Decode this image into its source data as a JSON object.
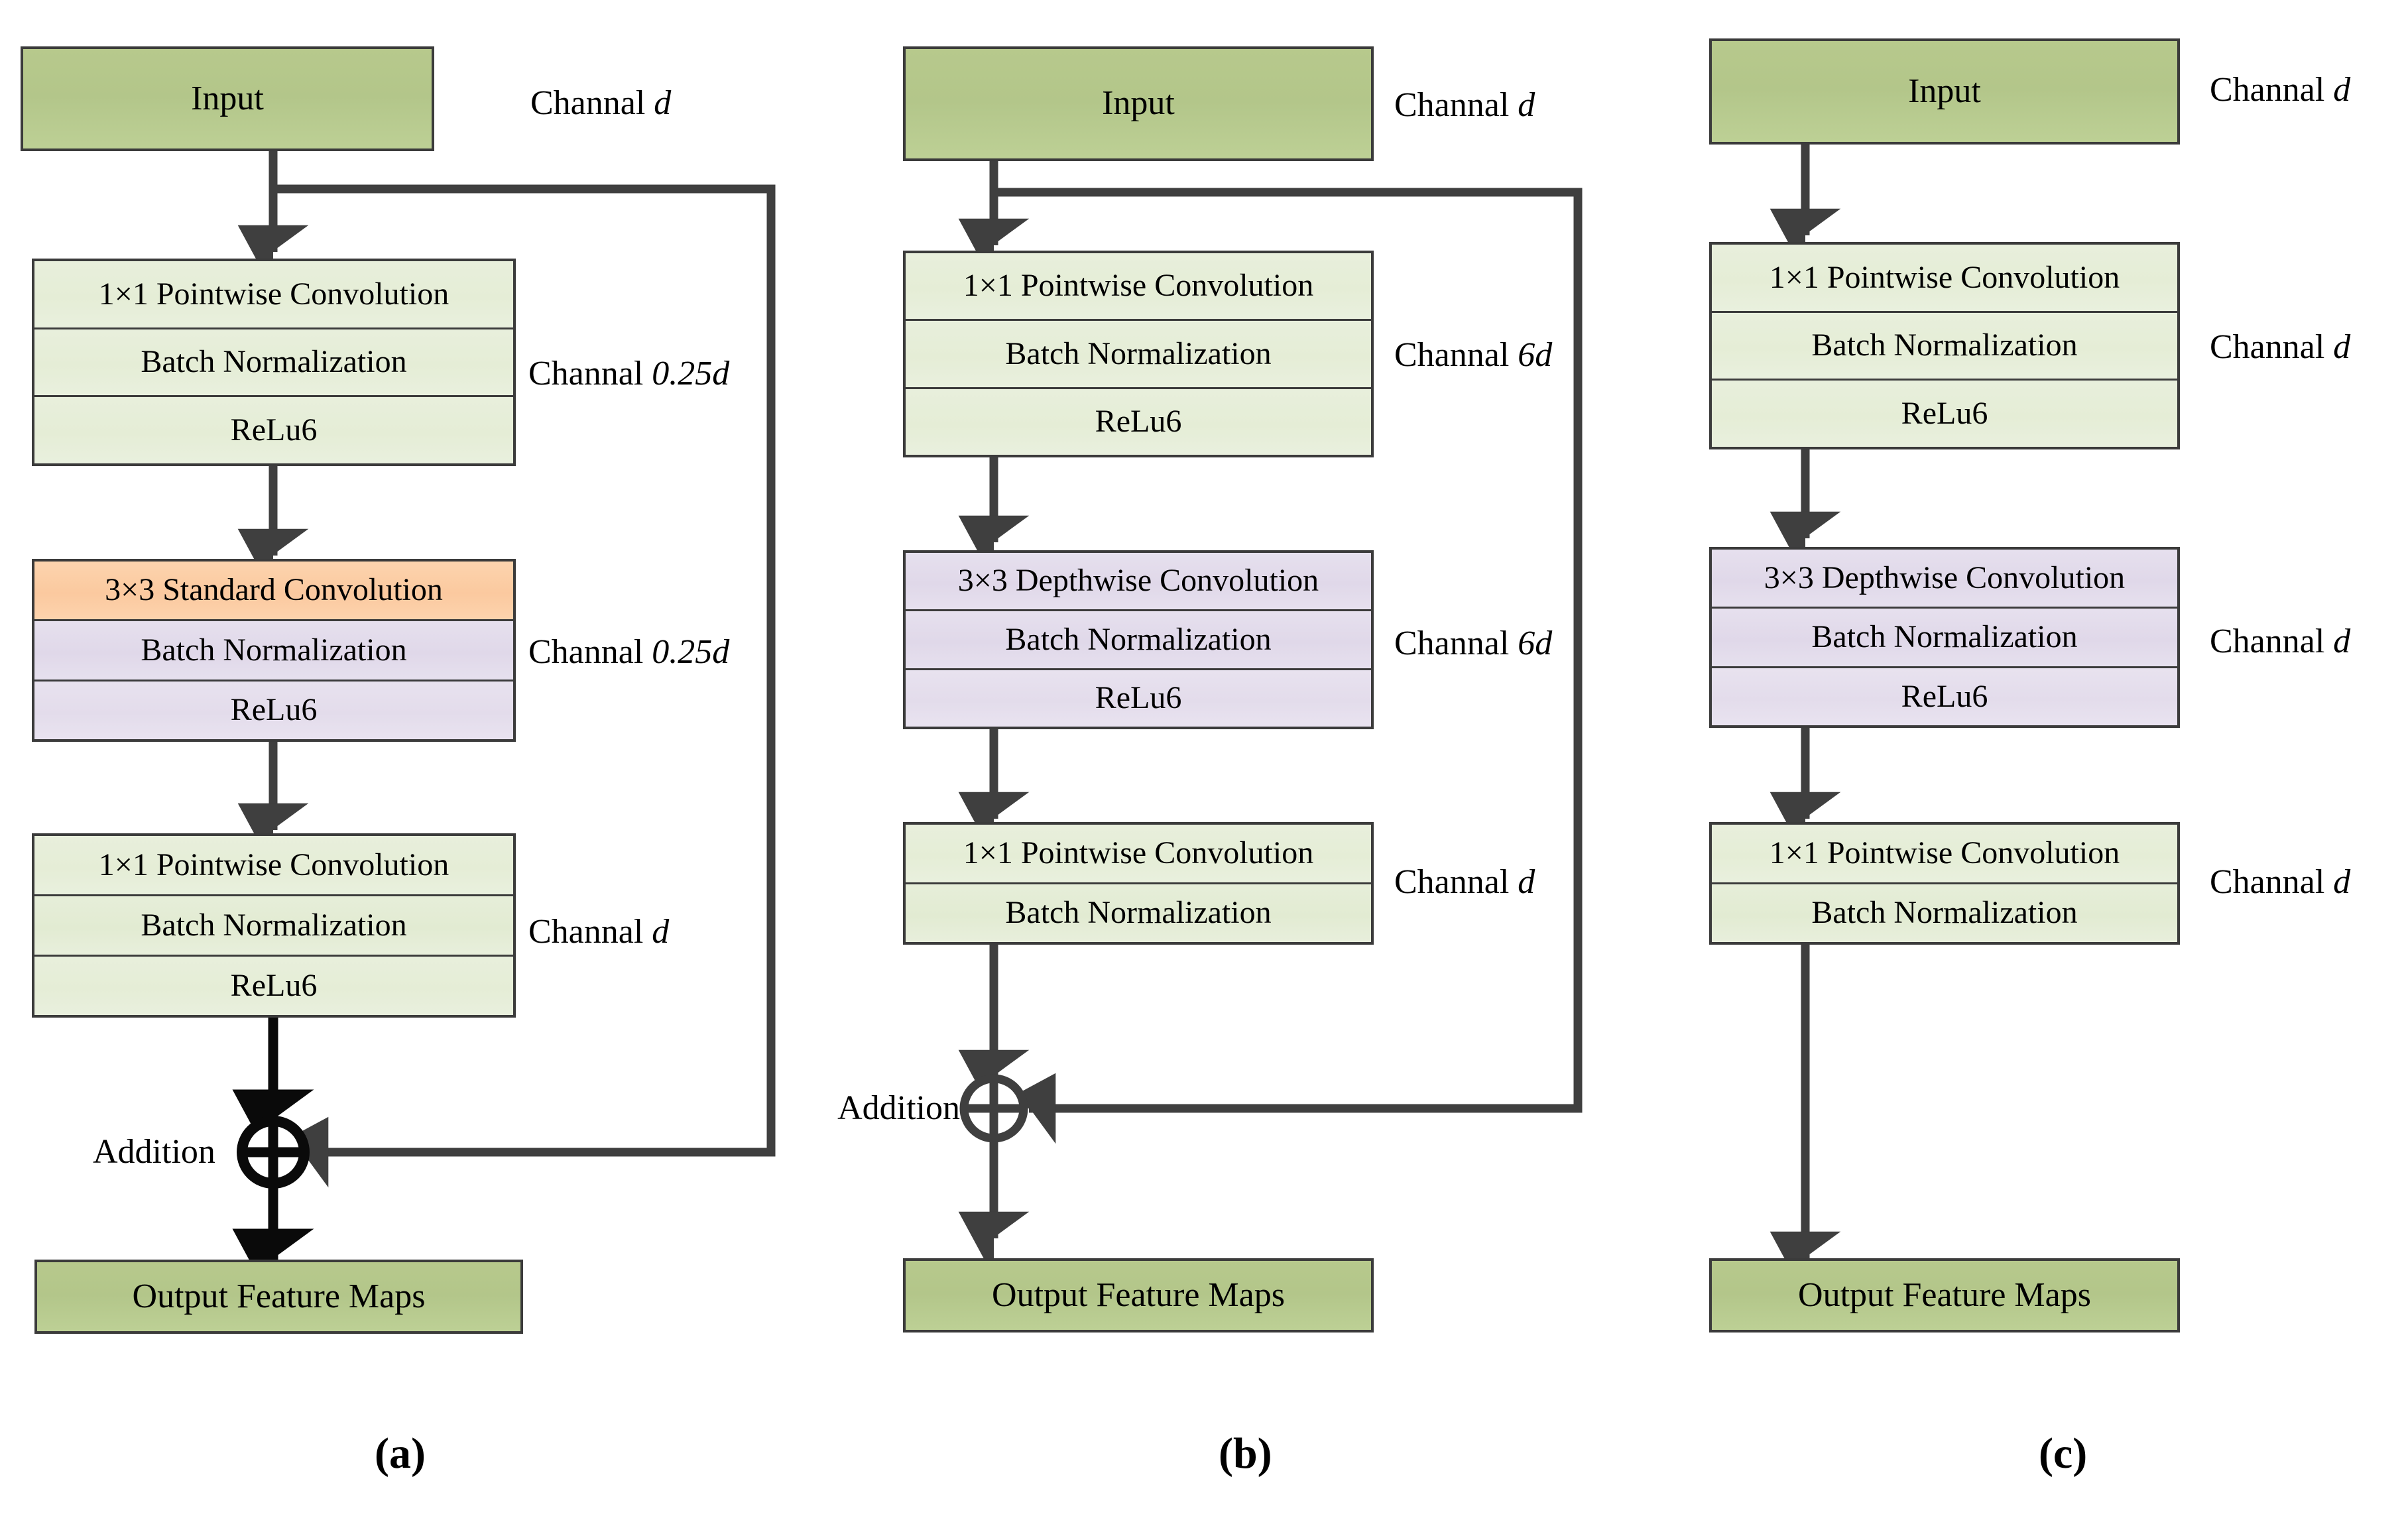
{
  "figure": {
    "colors": {
      "endpoint_green": "#b5c98a",
      "light_green": "#e5edd6",
      "orange": "#fbc99f",
      "lavender": "#e0d8e9",
      "stroke": "#3b3b3b"
    },
    "common": {
      "input_label": "Input",
      "output_label": "Output Feature Maps",
      "addition_label": "Addition",
      "pointwise_label": "1×1 Pointwise Convolution",
      "bn_label": "Batch Normalization",
      "relu_label": "ReLu6",
      "standard_conv_label": "3×3 Standard Convolution",
      "depthwise_conv_label": "3×3 Depthwise Convolution"
    },
    "panels": [
      {
        "id": "a",
        "caption": "(a)",
        "has_skip_connection": true,
        "input": {
          "label": "Input",
          "annotation_prefix": "Channal ",
          "annotation_value": "d"
        },
        "stacks": [
          {
            "name": "pointwise-expand",
            "annotation_prefix": "Channal ",
            "annotation_value": "0.25d",
            "rows": [
              {
                "label": "1×1 Pointwise Convolution",
                "fill": "light-green"
              },
              {
                "label": "Batch Normalization",
                "fill": "light-green"
              },
              {
                "label": "ReLu6",
                "fill": "light-green"
              }
            ]
          },
          {
            "name": "standard-convolution",
            "annotation_prefix": "Channal ",
            "annotation_value": "0.25d",
            "rows": [
              {
                "label": "3×3 Standard Convolution",
                "fill": "orange"
              },
              {
                "label": "Batch Normalization",
                "fill": "lavender"
              },
              {
                "label": "ReLu6",
                "fill": "lavender"
              }
            ]
          },
          {
            "name": "pointwise-project",
            "annotation_prefix": "Channal ",
            "annotation_value": "d",
            "rows": [
              {
                "label": "1×1 Pointwise Convolution",
                "fill": "light-green"
              },
              {
                "label": "Batch Normalization",
                "fill": "light-green"
              },
              {
                "label": "ReLu6",
                "fill": "light-green"
              }
            ]
          }
        ],
        "addition": {
          "label": "Addition"
        },
        "output": {
          "label": "Output Feature Maps"
        }
      },
      {
        "id": "b",
        "caption": "(b)",
        "has_skip_connection": true,
        "input": {
          "label": "Input",
          "annotation_prefix": "Channal ",
          "annotation_value": "d"
        },
        "stacks": [
          {
            "name": "pointwise-expand",
            "annotation_prefix": "Channal ",
            "annotation_value": "6d",
            "rows": [
              {
                "label": "1×1 Pointwise Convolution",
                "fill": "light-green"
              },
              {
                "label": "Batch Normalization",
                "fill": "light-green"
              },
              {
                "label": "ReLu6",
                "fill": "light-green"
              }
            ]
          },
          {
            "name": "depthwise-convolution",
            "annotation_prefix": "Channal ",
            "annotation_value": "6d",
            "rows": [
              {
                "label": "3×3 Depthwise Convolution",
                "fill": "lavender"
              },
              {
                "label": "Batch Normalization",
                "fill": "lavender"
              },
              {
                "label": "ReLu6",
                "fill": "lavender"
              }
            ]
          },
          {
            "name": "pointwise-project",
            "annotation_prefix": "Channal ",
            "annotation_value": "d",
            "rows": [
              {
                "label": "1×1 Pointwise Convolution",
                "fill": "light-green"
              },
              {
                "label": "Batch Normalization",
                "fill": "light-green"
              }
            ]
          }
        ],
        "addition": {
          "label": "Addition"
        },
        "output": {
          "label": "Output Feature Maps"
        }
      },
      {
        "id": "c",
        "caption": "(c)",
        "has_skip_connection": false,
        "input": {
          "label": "Input",
          "annotation_prefix": "Channal ",
          "annotation_value": "d"
        },
        "stacks": [
          {
            "name": "pointwise-expand",
            "annotation_prefix": "Channal ",
            "annotation_value": "d",
            "rows": [
              {
                "label": "1×1 Pointwise Convolution",
                "fill": "light-green"
              },
              {
                "label": "Batch Normalization",
                "fill": "light-green"
              },
              {
                "label": "ReLu6",
                "fill": "light-green"
              }
            ]
          },
          {
            "name": "depthwise-convolution",
            "annotation_prefix": "Channal ",
            "annotation_value": "d",
            "rows": [
              {
                "label": "3×3 Depthwise Convolution",
                "fill": "lavender"
              },
              {
                "label": "Batch Normalization",
                "fill": "lavender"
              },
              {
                "label": "ReLu6",
                "fill": "lavender"
              }
            ]
          },
          {
            "name": "pointwise-project",
            "annotation_prefix": "Channal ",
            "annotation_value": "d",
            "rows": [
              {
                "label": "1×1 Pointwise Convolution",
                "fill": "light-green"
              },
              {
                "label": "Batch Normalization",
                "fill": "light-green"
              }
            ]
          }
        ],
        "addition": null,
        "output": {
          "label": "Output Feature Maps"
        }
      }
    ]
  }
}
